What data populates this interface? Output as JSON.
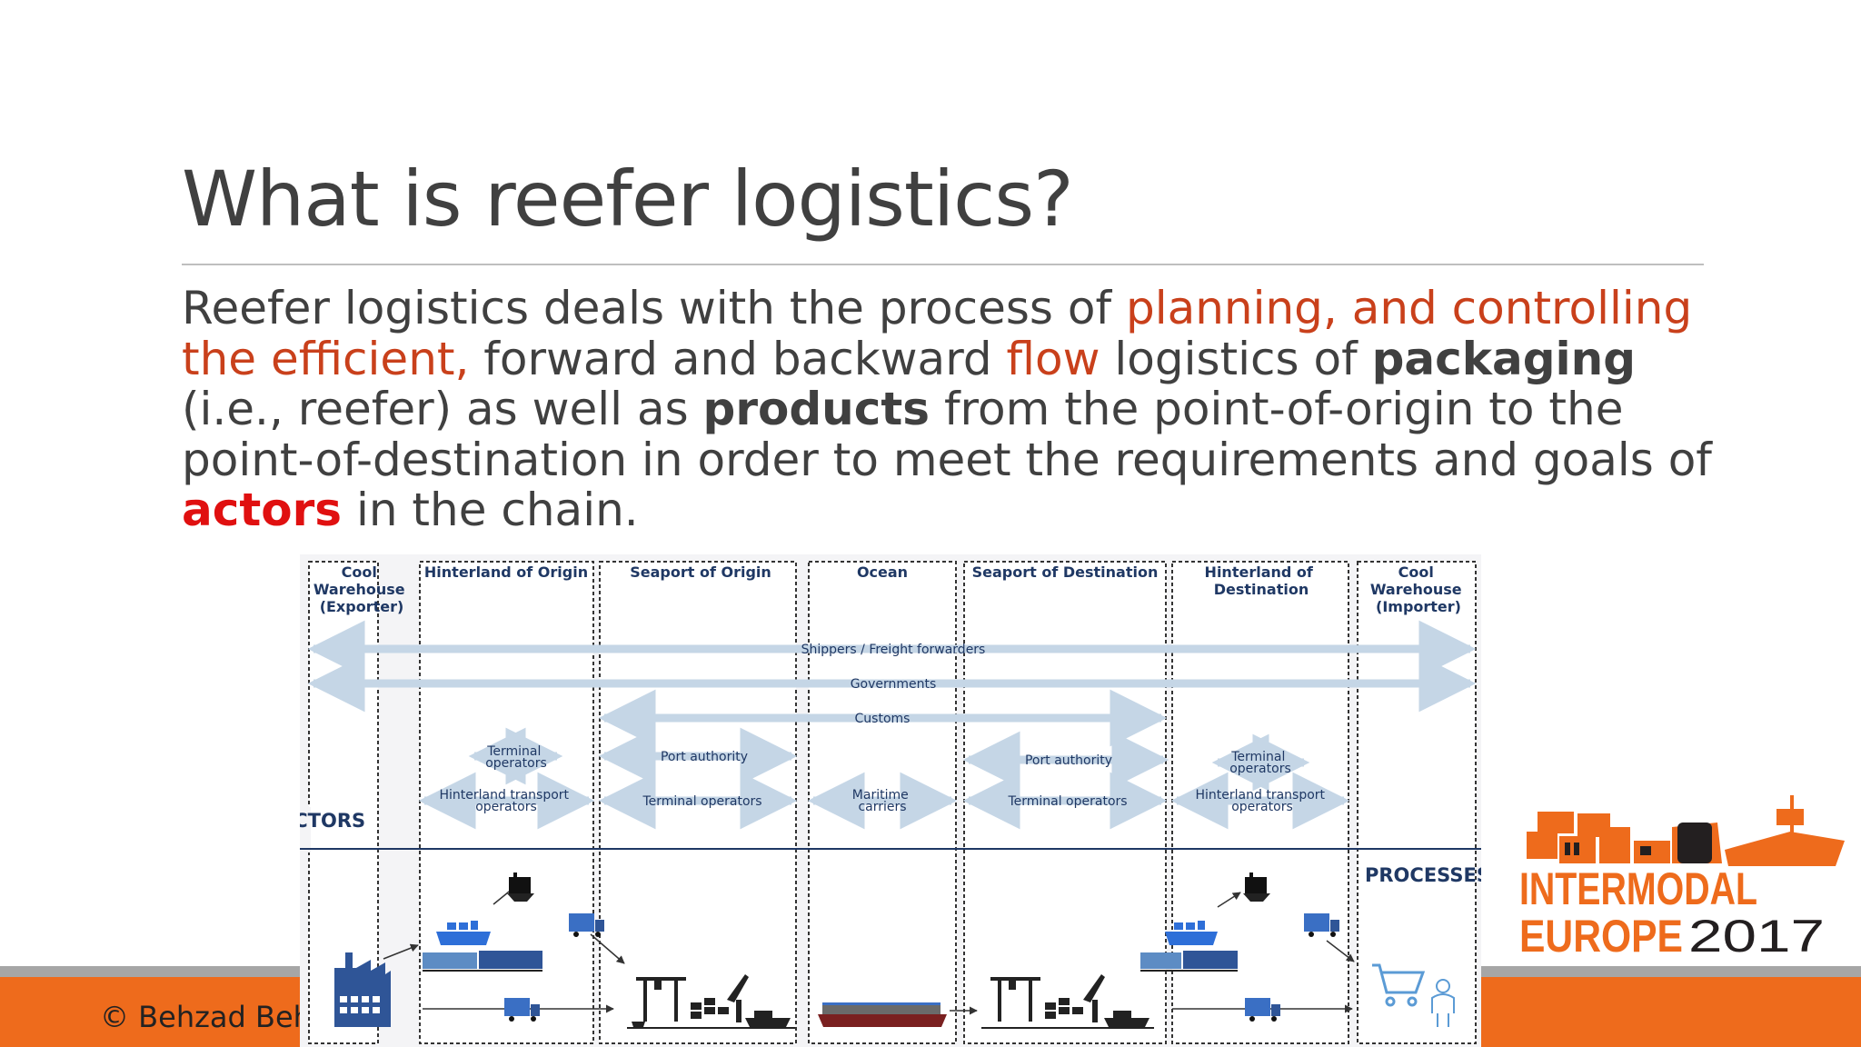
{
  "slide": {
    "title": "What is reefer logistics?",
    "body": [
      {
        "text": "Reefer logistics deals with the process of ",
        "style": "normal"
      },
      {
        "text": "planning, and controlling the efficient,",
        "style": "accent"
      },
      {
        "text": " forward and backward ",
        "style": "normal"
      },
      {
        "text": "flow",
        "style": "accent"
      },
      {
        "text": " logistics of ",
        "style": "normal"
      },
      {
        "text": "packaging",
        "style": "bold"
      },
      {
        "text": " (i.e., reefer) as well as ",
        "style": "normal"
      },
      {
        "text": "products",
        "style": "bold"
      },
      {
        "text": " from the point-of-origin to the point-of-destination in order to meet the requirements and goals of ",
        "style": "normal"
      },
      {
        "text": "actors",
        "style": "red"
      },
      {
        "text": " in the chain.",
        "style": "normal"
      }
    ],
    "copyright": "© Behzad Behe"
  },
  "diagram": {
    "columns": [
      {
        "lines": [
          "Cool",
          "Warehouse",
          "(Exporter)"
        ]
      },
      {
        "lines": [
          "Hinterland of Origin"
        ]
      },
      {
        "lines": [
          "Seaport of Origin"
        ]
      },
      {
        "lines": [
          "Ocean"
        ]
      },
      {
        "lines": [
          "Seaport of Destination"
        ]
      },
      {
        "lines": [
          "Hinterland of",
          "Destination"
        ]
      },
      {
        "lines": [
          "Cool",
          "Warehouse",
          "(Importer)"
        ]
      }
    ],
    "actors": {
      "shippers": "Shippers / Freight forwarders",
      "governments": "Governments",
      "customs": "Customs",
      "terminal_operators_origin": [
        "Terminal",
        "operators"
      ],
      "port_authority_origin": "Port authority",
      "port_authority_destination": "Port authority",
      "terminal_operators_destination": [
        "Terminal",
        "operators"
      ],
      "hinterland_transport_origin": [
        "Hinterland transport",
        "operators"
      ],
      "terminal_operators_seaport_origin": "Terminal operators",
      "maritime_carriers": [
        "Maritime",
        "carriers"
      ],
      "terminal_operators_seaport_destination": "Terminal operators",
      "hinterland_transport_destination": [
        "Hinterland transport",
        "operators"
      ]
    },
    "axis_actors": "ACTORS",
    "axis_processes": "PROCESSES"
  },
  "logo": {
    "line1": "INTERMODAL",
    "line2": "EUROPE",
    "year": "2017"
  },
  "colors": {
    "title": "#404040",
    "accent": "#c9401b",
    "red": "#e01010",
    "orange": "#ee6b1c",
    "navy": "#1f3864",
    "arrow": "#c5d6e6",
    "truck_blue": "#3a6fc4"
  }
}
